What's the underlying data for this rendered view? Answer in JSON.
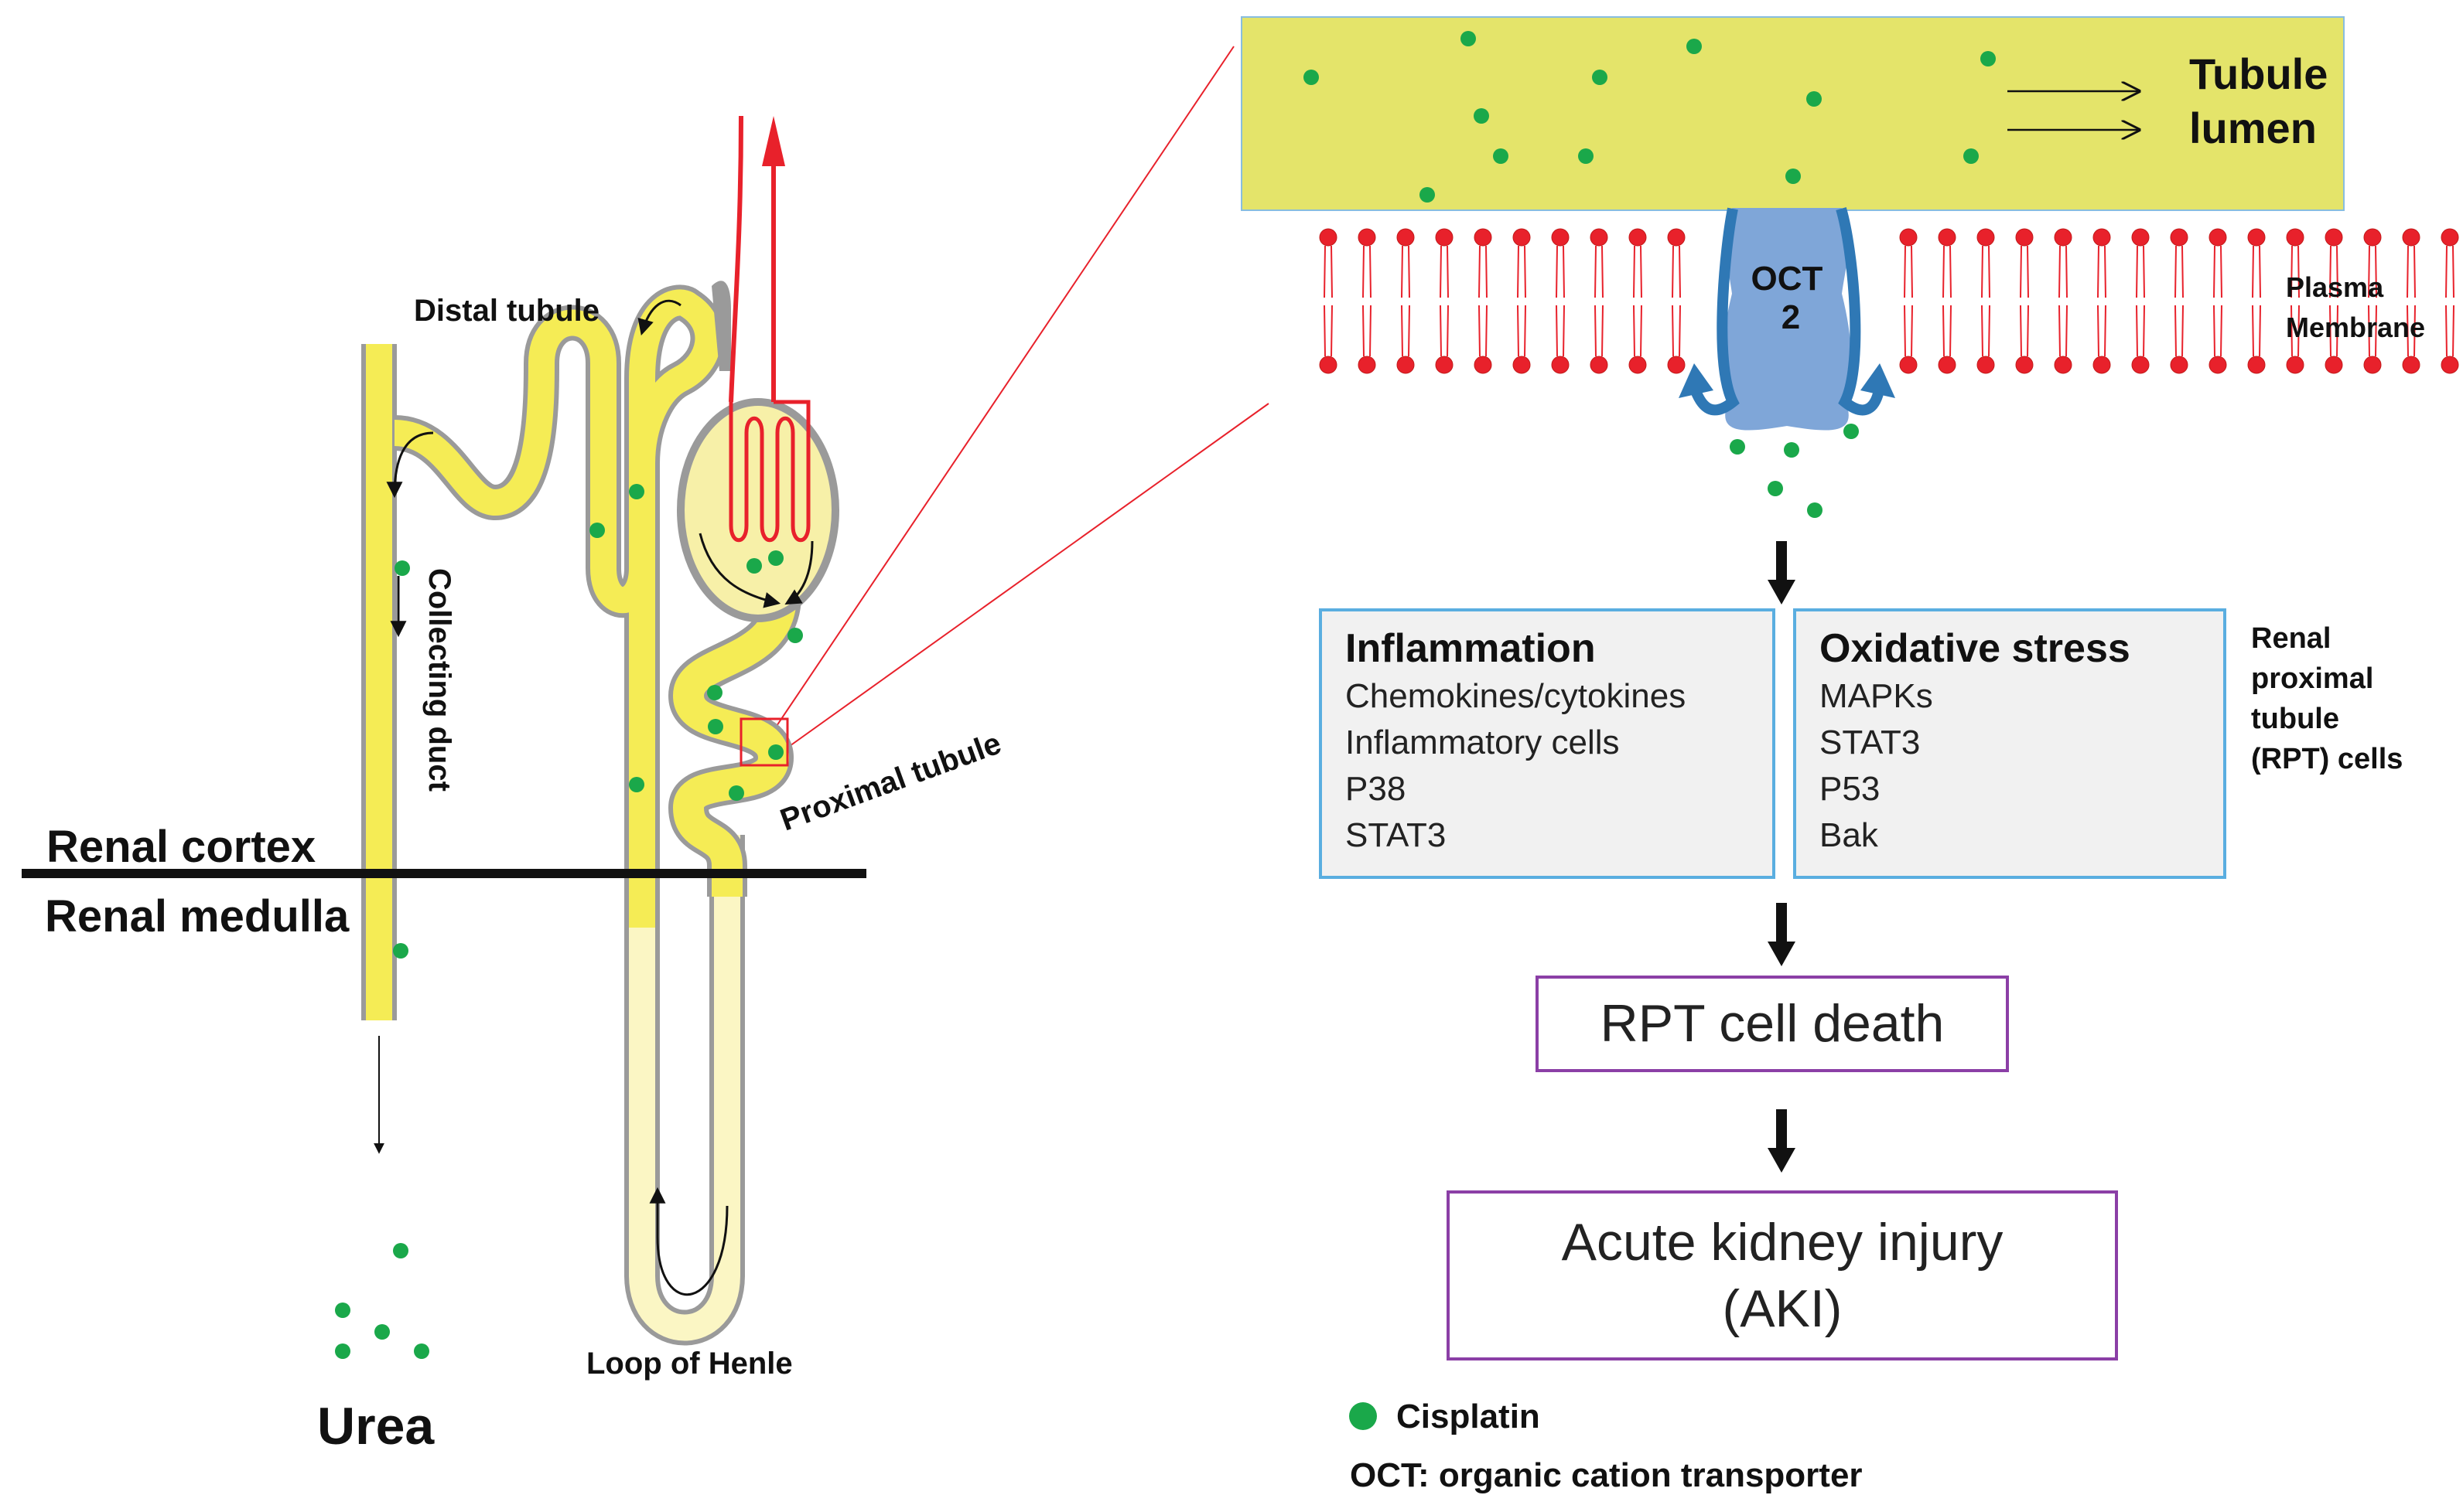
{
  "nephron": {
    "distal_tubule": "Distal tubule",
    "collecting_duct": "Collecting duct",
    "proximal_tubule": "Proximal tubule",
    "loop_of_henle": "Loop of Henle",
    "renal_cortex": "Renal cortex",
    "renal_medulla": "Renal medulla",
    "urea": "Urea"
  },
  "membrane": {
    "tubule_lumen_line1": "Tubule",
    "tubule_lumen_line2": "lumen",
    "oct_line1": "OCT",
    "oct_line2": "2",
    "plasma_line1": "Plasma",
    "plasma_line2": "Membrane"
  },
  "boxes": {
    "inflammation": {
      "title": "Inflammation",
      "items": [
        "Chemokines/cytokines",
        "Inflammatory cells",
        "P38",
        "STAT3"
      ]
    },
    "oxidative": {
      "title": "Oxidative stress",
      "items": [
        "MAPKs",
        "STAT3",
        "P53",
        "Bak"
      ]
    }
  },
  "rpt_label": [
    "Renal",
    "proximal",
    "tubule",
    "(RPT) cells"
  ],
  "outcomes": {
    "cell_death": "RPT cell death",
    "aki_line1": "Acute kidney injury",
    "aki_line2": "(AKI)"
  },
  "legend": {
    "cisplatin": "Cisplatin",
    "oct_def": "OCT: organic cation transporter"
  },
  "colors": {
    "tubule_fill": "#f5ec55",
    "lumen_fill": "#e4e46a",
    "cisplatin": "#1aa84a",
    "vessel": "#e8212b",
    "lipid": "#e8212b",
    "oct": "#7fa6d8",
    "box_border": "#5aaee0",
    "outcome_border": "#8b3fa6"
  }
}
